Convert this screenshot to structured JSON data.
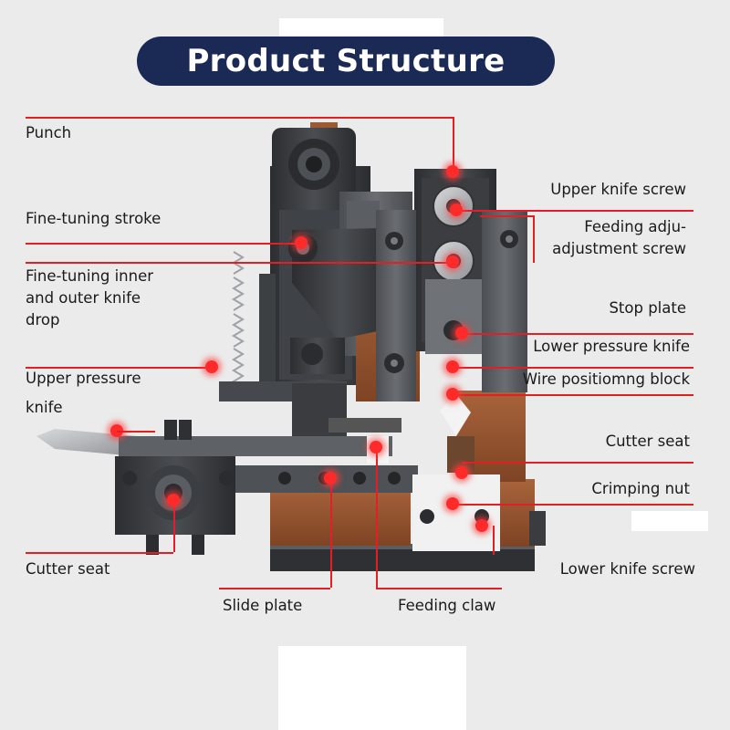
{
  "title": "Product Structure",
  "colors": {
    "title_bg": "#1b2a55",
    "title_text": "#ffffff",
    "connector": "#e41e25",
    "marker": "#ff2a2a",
    "background": "#ebebeb",
    "machine_dark": "#3b3d40",
    "machine_mid": "#55585c",
    "copper": "#9a5a36"
  },
  "left_labels": [
    {
      "id": "punch",
      "lines": [
        "Punch"
      ]
    },
    {
      "id": "fine-tuning-stroke",
      "lines": [
        "Fine-tuning stroke"
      ]
    },
    {
      "id": "fine-tuning-knife-drop",
      "lines": [
        "Fine-tuning inner",
        "and outer knife",
        "drop"
      ]
    },
    {
      "id": "upper-pressure-knife",
      "lines": [
        "Upper pressure",
        "knife"
      ]
    },
    {
      "id": "cutter-seat-left",
      "lines": [
        "Cutter seat"
      ]
    }
  ],
  "right_labels": [
    {
      "id": "upper-knife-screw",
      "lines": [
        "Upper knife screw"
      ]
    },
    {
      "id": "feeding-adjustment-screw",
      "lines": [
        "Feeding adju-",
        "adjustment screw"
      ]
    },
    {
      "id": "stop-plate",
      "lines": [
        "Stop plate"
      ]
    },
    {
      "id": "lower-pressure-knife",
      "lines": [
        "Lower pressure knife"
      ]
    },
    {
      "id": "wire-positioning-block",
      "lines": [
        "Wire positiomng block"
      ]
    },
    {
      "id": "cutter-seat-right",
      "lines": [
        "Cutter seat"
      ]
    },
    {
      "id": "crimping-nut",
      "lines": [
        "Crimping nut"
      ]
    },
    {
      "id": "lower-knife-screw",
      "lines": [
        "Lower knife screw"
      ]
    }
  ],
  "bottom_labels": [
    {
      "id": "slide-plate",
      "lines": [
        "Slide plate"
      ]
    },
    {
      "id": "feeding-claw",
      "lines": [
        "Feeding claw"
      ]
    }
  ]
}
